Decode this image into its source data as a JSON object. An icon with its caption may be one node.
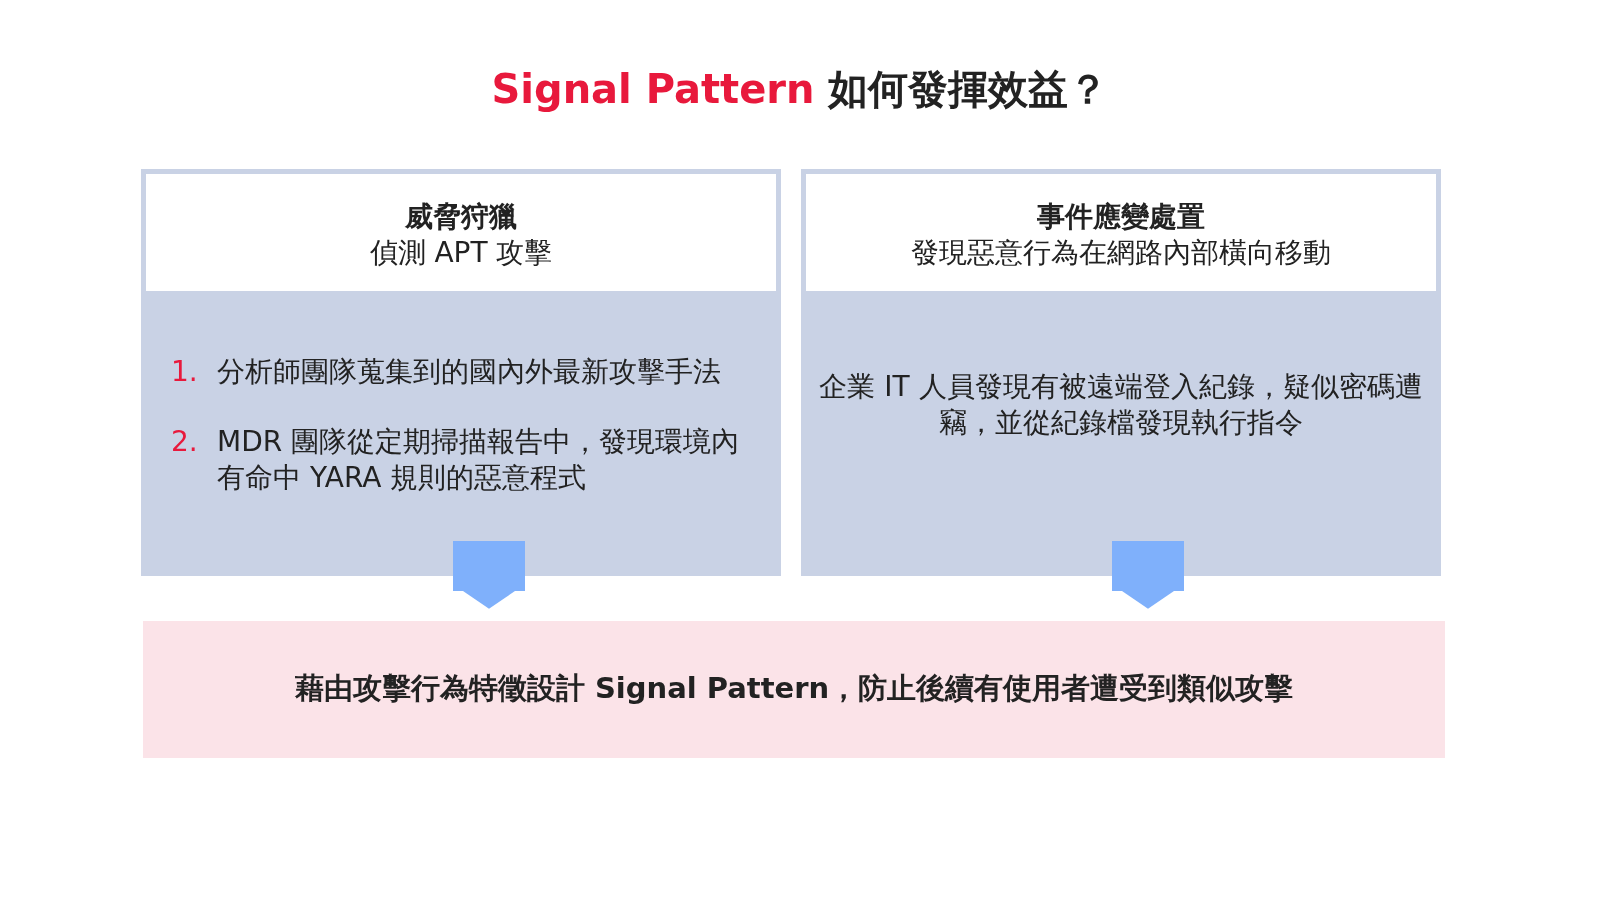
{
  "diagram": {
    "title": "**Signal Pattern** 如何發揮效益？",
    "nodes": [
      {
        "text": [
          "威脅狩獵",
          "偵測 APT 攻擊",
          "1. 分析師團隊蒐集到的國內外最新攻擊手法",
          "2. MDR 團隊從定期掃描報告中，發現環境內有命中 YARA 規則的惡意程式"
        ]
      },
      {
        "text": [
          "事件應變處置",
          "發現惡意行為在網路內部橫向移動",
          "企業 IT 人員發現有被遠端登入紀錄，疑似密碼遭竊，並從紀錄檔發現執行指令"
        ]
      },
      {
        "text": [
          "藉由攻擊行為特徵設計 Signal Pattern，防止後續有使用者遭受到類似攻擊"
        ]
      }
    ],
    "edges": [
      {
        "from": 0,
        "to": 2,
        "arrow": "to"
      },
      {
        "from": 1,
        "to": 2,
        "arrow": "to"
      }
    ]
  }
}
